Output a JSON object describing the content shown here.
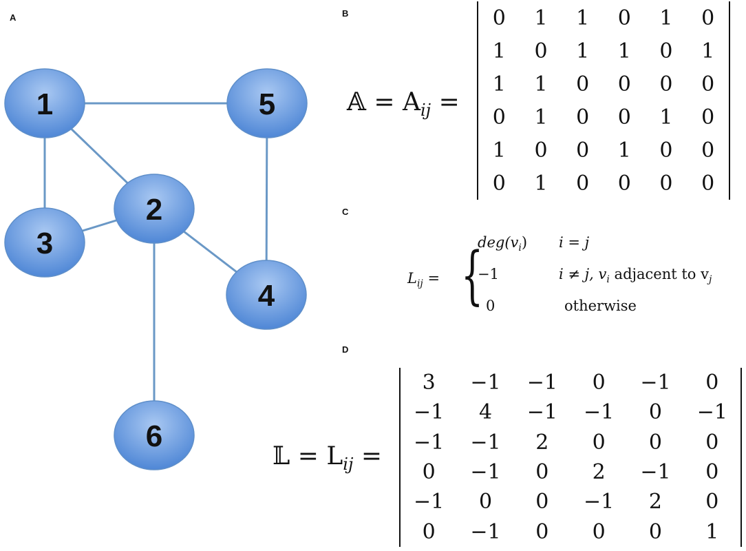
{
  "panels": {
    "a": "A",
    "b": "B",
    "c": "C",
    "d": "D"
  },
  "graph": {
    "nodes": [
      "1",
      "2",
      "3",
      "4",
      "5",
      "6"
    ],
    "edges": [
      [
        "1",
        "5"
      ],
      [
        "1",
        "2"
      ],
      [
        "1",
        "3"
      ],
      [
        "2",
        "3"
      ],
      [
        "2",
        "4"
      ],
      [
        "2",
        "6"
      ],
      [
        "4",
        "5"
      ]
    ],
    "node_color": "#6fa3e3"
  },
  "adjacency": {
    "lhs": "𝔸 = A",
    "lhs_sub": "ij",
    "eq": "=",
    "rows": [
      [
        "0",
        "1",
        "1",
        "0",
        "1",
        "0"
      ],
      [
        "1",
        "0",
        "1",
        "1",
        "0",
        "1"
      ],
      [
        "1",
        "1",
        "0",
        "0",
        "0",
        "0"
      ],
      [
        "0",
        "1",
        "0",
        "0",
        "1",
        "0"
      ],
      [
        "1",
        "0",
        "0",
        "1",
        "0",
        "0"
      ],
      [
        "0",
        "1",
        "0",
        "0",
        "0",
        "0"
      ]
    ]
  },
  "laplacian_def": {
    "lhs": "L",
    "lhs_sub": "ij",
    "eq": " =",
    "cases": [
      {
        "value": "deg(v",
        "value_sub": "i",
        "value_tail": ")",
        "condition": "i = j"
      },
      {
        "value": "−1",
        "condition": "i ≠ j, v",
        "condition_sub": "i",
        "condition_tail": " adjacent to v",
        "condition_sub2": "j"
      },
      {
        "value": "0",
        "condition": "otherwise"
      }
    ]
  },
  "laplacian": {
    "lhs": "𝕃 = L",
    "lhs_sub": "ij",
    "eq": "=",
    "rows": [
      [
        "3",
        "−1",
        "−1",
        "0",
        "−1",
        "0"
      ],
      [
        "−1",
        "4",
        "−1",
        "−1",
        "0",
        "−1"
      ],
      [
        "−1",
        "−1",
        "2",
        "0",
        "0",
        "0"
      ],
      [
        "0",
        "−1",
        "0",
        "2",
        "−1",
        "0"
      ],
      [
        "−1",
        "0",
        "0",
        "−1",
        "2",
        "0"
      ],
      [
        "0",
        "−1",
        "0",
        "0",
        "0",
        "1"
      ]
    ]
  }
}
